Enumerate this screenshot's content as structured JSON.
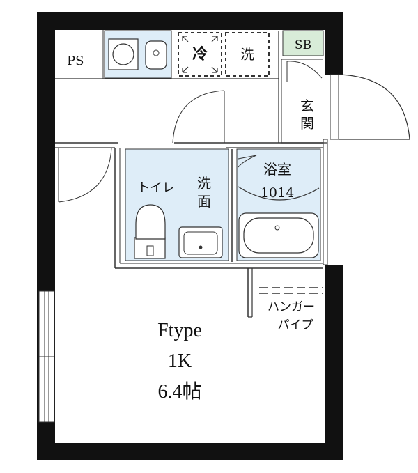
{
  "labels": {
    "ps": "PS",
    "fridge": "冷",
    "washer": "洗",
    "sb": "SB",
    "entrance_1": "玄",
    "entrance_2": "関",
    "toilet": "トイレ",
    "washroom_1": "洗",
    "washroom_2": "面",
    "bath_1": "浴室",
    "bath_2": "1014",
    "hanger_1": "ハンガー",
    "hanger_2": "パイプ"
  },
  "room": {
    "type": "Ftype",
    "layout": "1K",
    "size": "6.4帖"
  },
  "colors": {
    "wall": "#111111",
    "wet_area": "#deedf8",
    "sb_fill": "#d8ecd8",
    "line": "#333333"
  }
}
